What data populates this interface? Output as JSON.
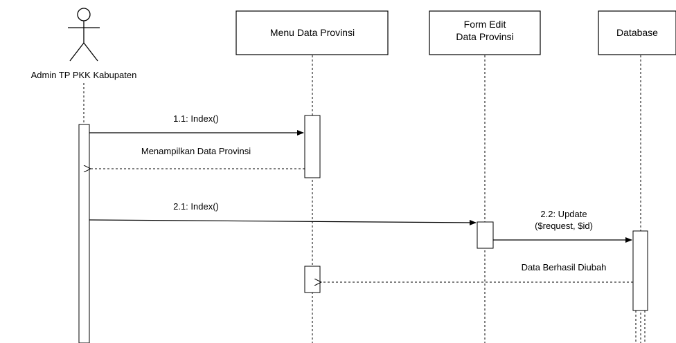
{
  "actor": {
    "name": "Admin TP PKK Kabupaten"
  },
  "participants": [
    {
      "lines": [
        "Menu Data Provinsi"
      ]
    },
    {
      "lines": [
        "Form Edit",
        "Data Provinsi"
      ]
    },
    {
      "lines": [
        "Database"
      ]
    }
  ],
  "messages": [
    {
      "lines": [
        "1.1: Index()"
      ],
      "kind": "sync"
    },
    {
      "lines": [
        "Menampilkan Data Provinsi"
      ],
      "kind": "return"
    },
    {
      "lines": [
        "2.1: Index()"
      ],
      "kind": "sync"
    },
    {
      "lines": [
        "2.2: Update",
        "($request, $id)"
      ],
      "kind": "sync"
    },
    {
      "lines": [
        "Data Berhasil Diubah"
      ],
      "kind": "return"
    }
  ]
}
